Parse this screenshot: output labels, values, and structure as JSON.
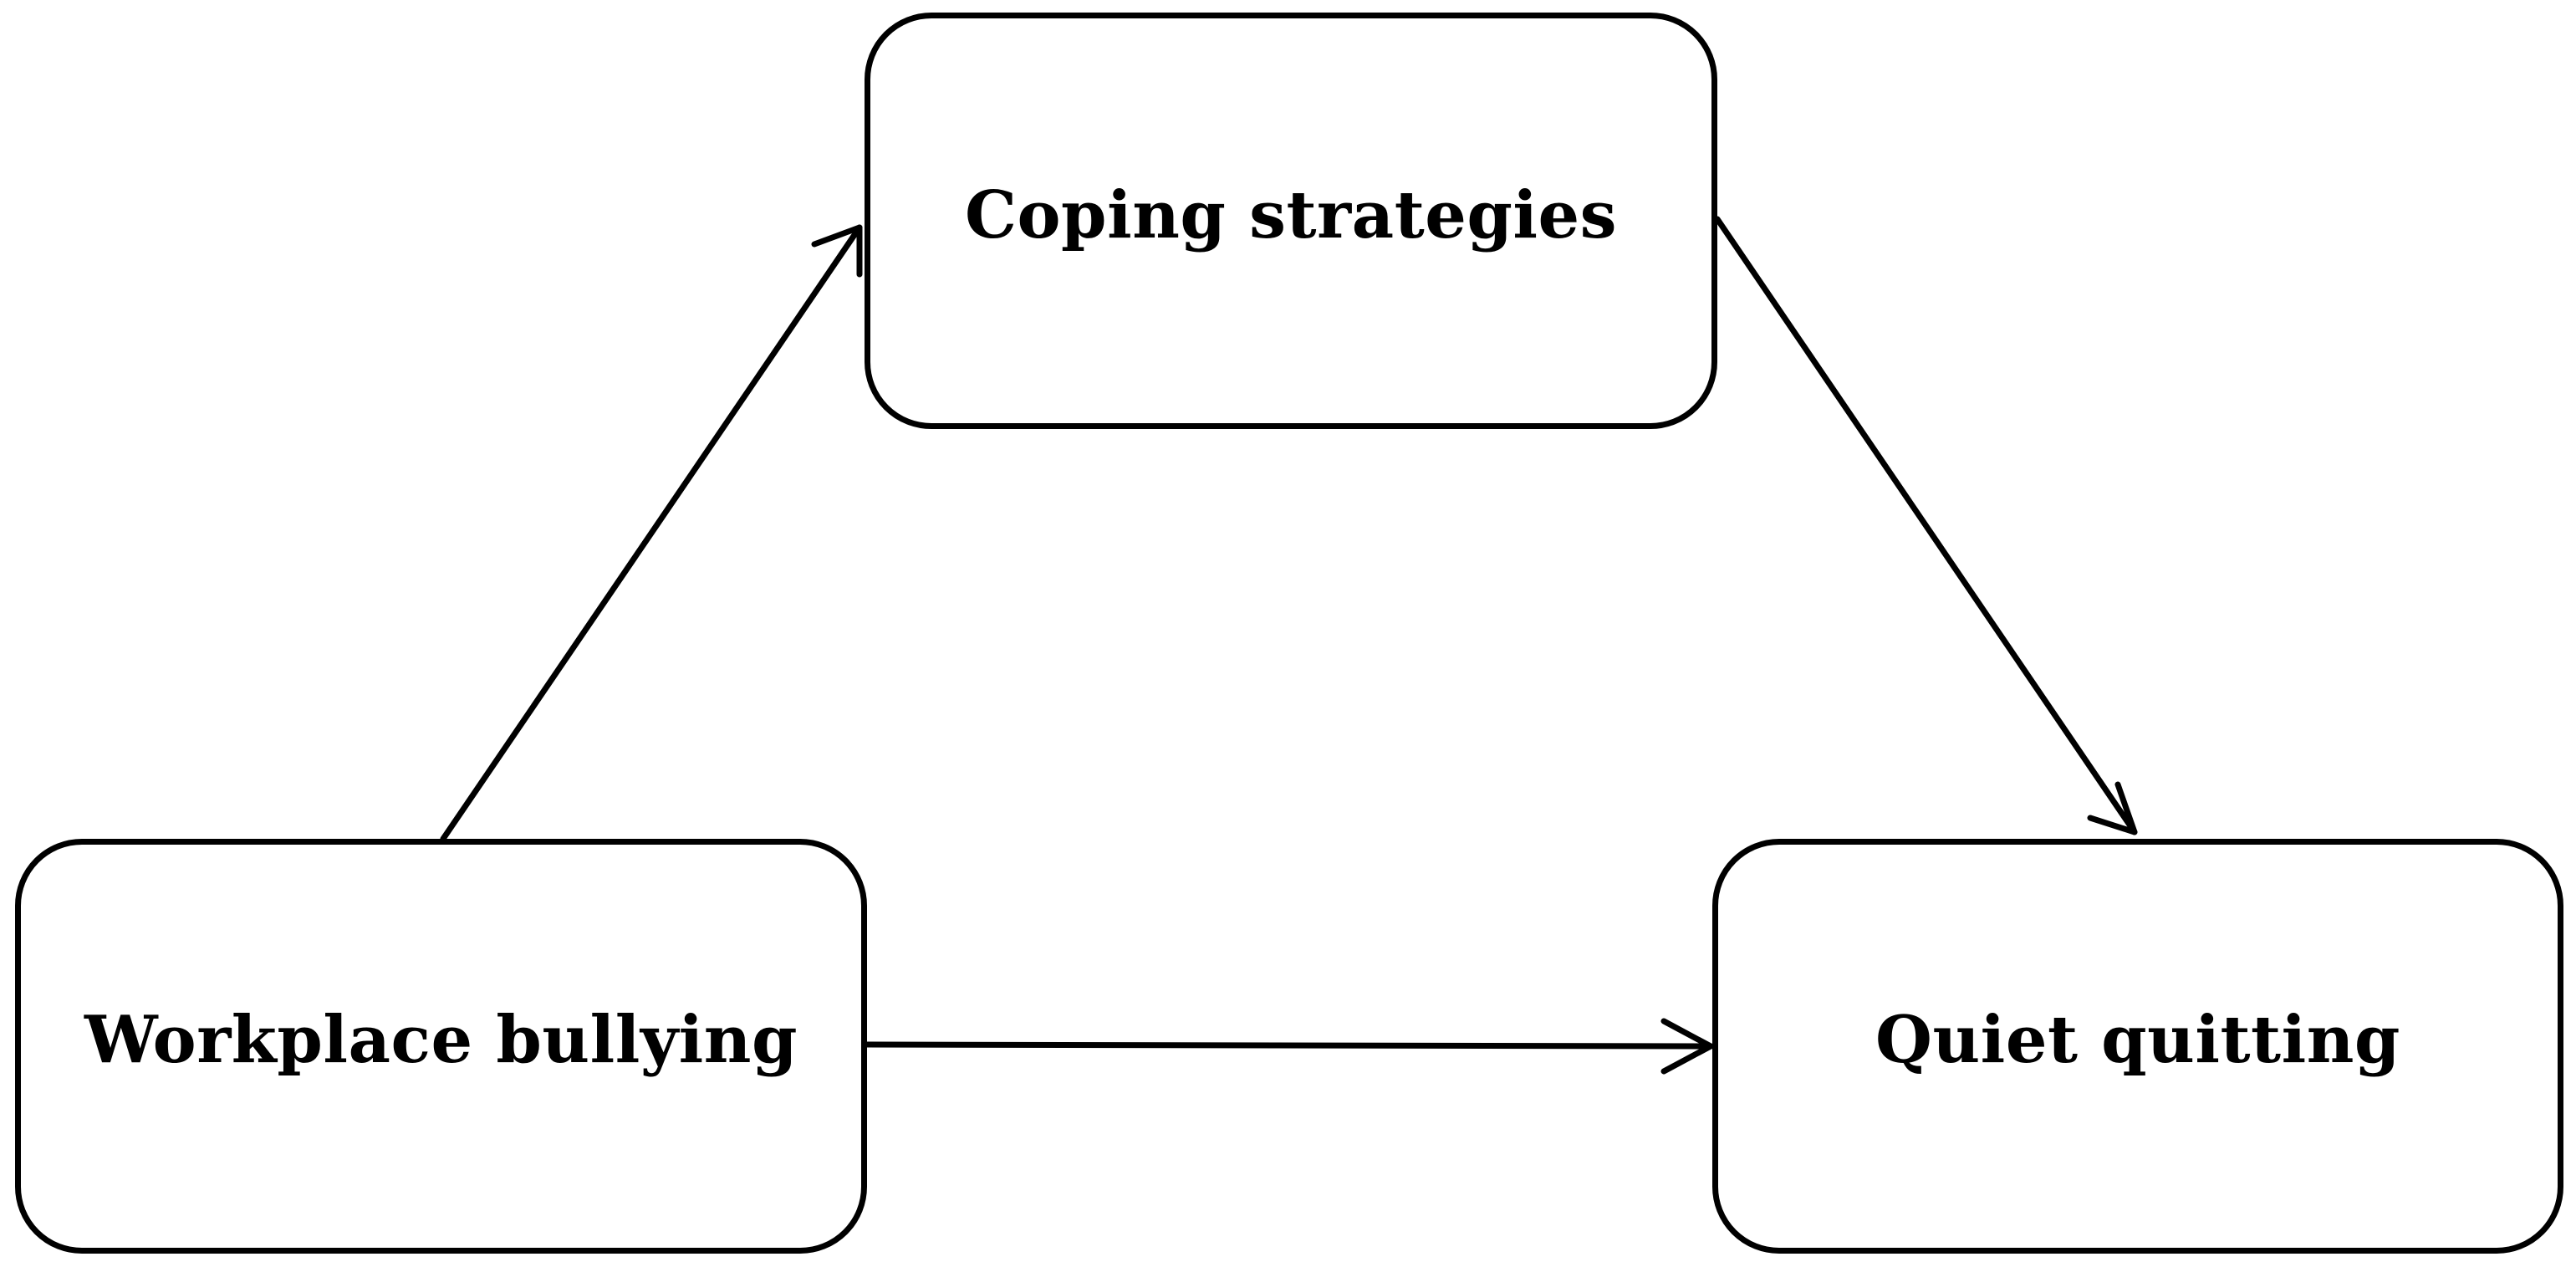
{
  "diagram": {
    "nodes": [
      {
        "id": "coping",
        "label": "Coping strategies"
      },
      {
        "id": "bullying",
        "label": "Workplace bullying"
      },
      {
        "id": "quitting",
        "label": "Quiet quitting"
      }
    ],
    "edges": [
      {
        "from": "Workplace bullying",
        "to": "Coping strategies"
      },
      {
        "from": "Coping strategies",
        "to": "Quiet quitting"
      },
      {
        "from": "Workplace bullying",
        "to": "Quiet quitting"
      }
    ],
    "colors": {
      "stroke": "#000000",
      "background": "#ffffff",
      "text": "#000000"
    }
  }
}
